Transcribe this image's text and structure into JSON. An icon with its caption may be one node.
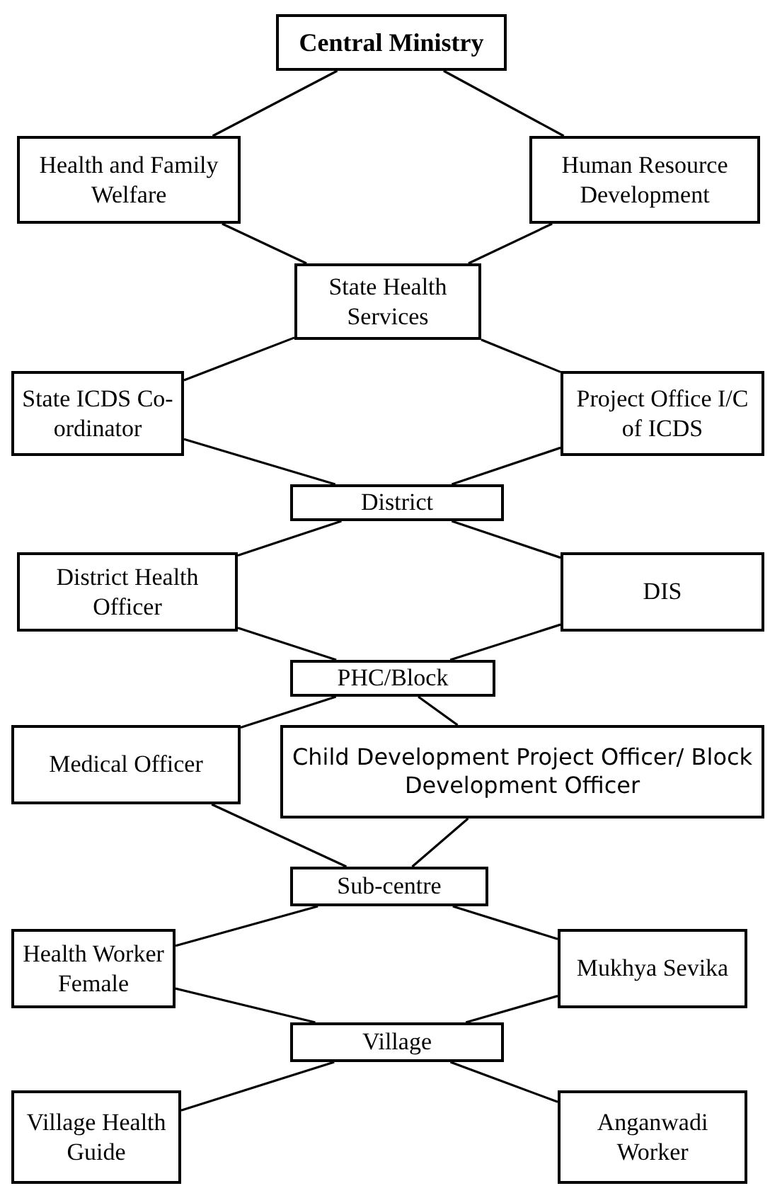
{
  "diagram": {
    "nodes": [
      {
        "text": [
          "Central Ministry"
        ]
      },
      {
        "text": [
          "Health and Family Welfare"
        ]
      },
      {
        "text": [
          "Human Resource Development"
        ]
      },
      {
        "text": [
          "State Health Services"
        ]
      },
      {
        "text": [
          "State ICDS Co-ordinator"
        ]
      },
      {
        "text": [
          "Project Office I/C of ICDS"
        ]
      },
      {
        "text": [
          "District"
        ]
      },
      {
        "text": [
          "District Health Officer"
        ]
      },
      {
        "text": [
          "DIS"
        ]
      },
      {
        "text": [
          "PHC/Block"
        ]
      },
      {
        "text": [
          "Medical Officer"
        ]
      },
      {
        "text": [
          "Child Development Project Officer/ Block Development Officer"
        ]
      },
      {
        "text": [
          "Sub-centre"
        ]
      },
      {
        "text": [
          "Health Worker Female"
        ]
      },
      {
        "text": [
          "Mukhya Sevika"
        ]
      },
      {
        "text": [
          "Village"
        ]
      },
      {
        "text": [
          "Village Health Guide"
        ]
      },
      {
        "text": [
          "Anganwadi Worker"
        ]
      }
    ],
    "edges": [
      {
        "from": 0,
        "to": 1,
        "arrow": "none"
      },
      {
        "from": 0,
        "to": 2,
        "arrow": "none"
      },
      {
        "from": 1,
        "to": 3,
        "arrow": "none"
      },
      {
        "from": 2,
        "to": 3,
        "arrow": "none"
      },
      {
        "from": 3,
        "to": 4,
        "arrow": "none"
      },
      {
        "from": 3,
        "to": 5,
        "arrow": "none"
      },
      {
        "from": 4,
        "to": 6,
        "arrow": "none"
      },
      {
        "from": 5,
        "to": 6,
        "arrow": "none"
      },
      {
        "from": 6,
        "to": 7,
        "arrow": "none"
      },
      {
        "from": 6,
        "to": 8,
        "arrow": "none"
      },
      {
        "from": 7,
        "to": 9,
        "arrow": "none"
      },
      {
        "from": 8,
        "to": 9,
        "arrow": "none"
      },
      {
        "from": 9,
        "to": 10,
        "arrow": "none"
      },
      {
        "from": 9,
        "to": 11,
        "arrow": "none"
      },
      {
        "from": 10,
        "to": 12,
        "arrow": "none"
      },
      {
        "from": 11,
        "to": 12,
        "arrow": "none"
      },
      {
        "from": 12,
        "to": 13,
        "arrow": "none"
      },
      {
        "from": 12,
        "to": 14,
        "arrow": "none"
      },
      {
        "from": 13,
        "to": 15,
        "arrow": "none"
      },
      {
        "from": 14,
        "to": 15,
        "arrow": "none"
      },
      {
        "from": 15,
        "to": 16,
        "arrow": "none"
      },
      {
        "from": 15,
        "to": 17,
        "arrow": "none"
      }
    ]
  }
}
